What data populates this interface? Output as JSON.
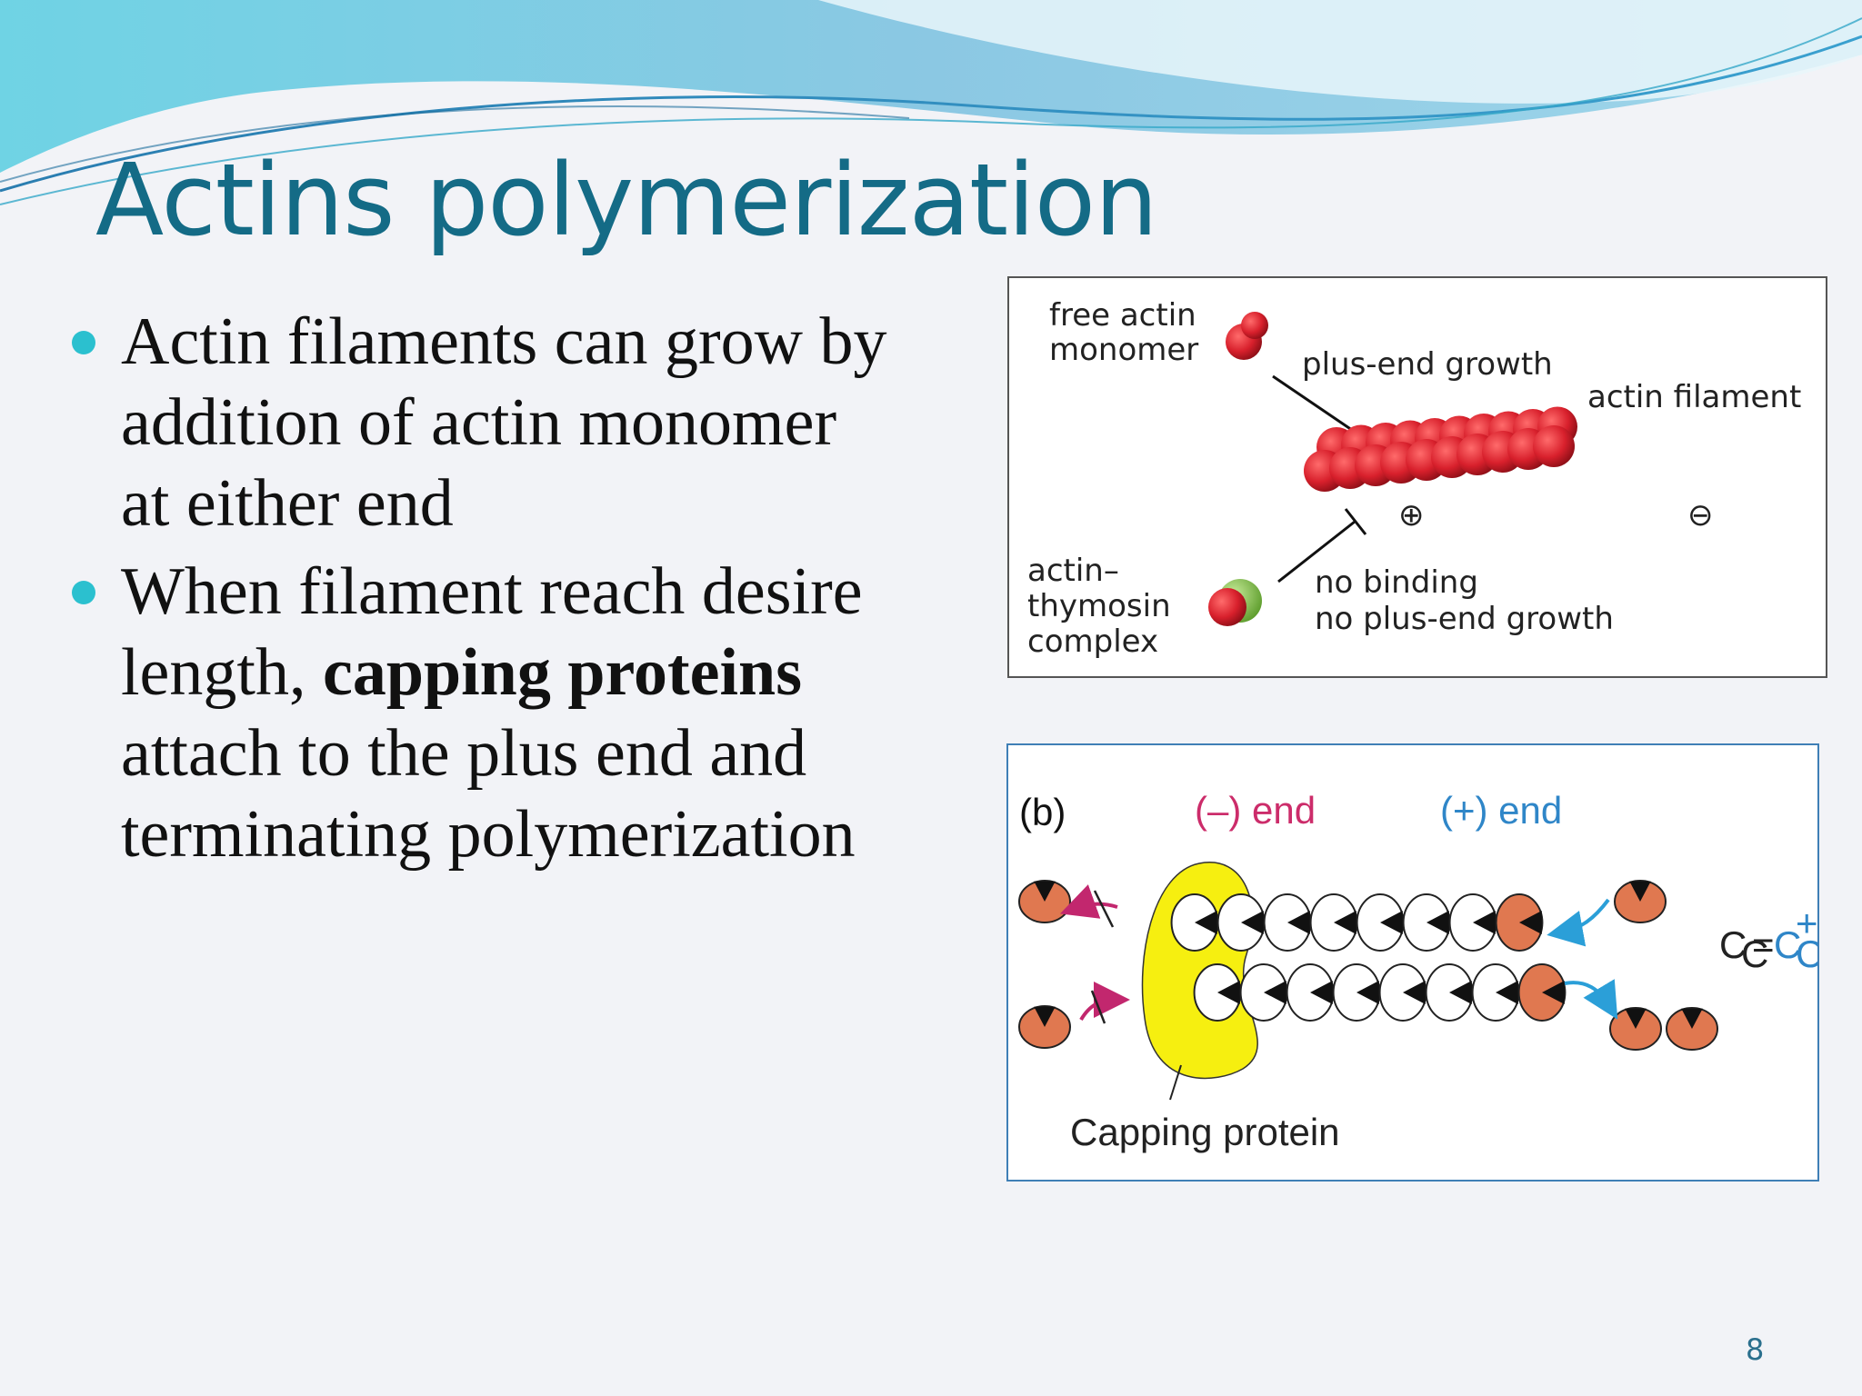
{
  "slide": {
    "title": "Actins polymerization",
    "page_number": "8"
  },
  "bullets": [
    {
      "line1": "Actin filaments can grow by",
      "line2": "addition of actin monomer",
      "line3": "at either end"
    },
    {
      "line1": "When filament reach desire",
      "line2_pre": "length, ",
      "line2_bold": "capping proteins",
      "line3": "attach to the plus end and",
      "line4": "terminating polymerization"
    }
  ],
  "figure_a": {
    "free_monomer_label_1": "free actin",
    "free_monomer_label_2": "monomer",
    "plus_end_growth": "plus-end growth",
    "actin_filament": "actin filament",
    "plus_symbol": "⊕",
    "minus_symbol": "⊖",
    "complex_label_1": "actin–",
    "complex_label_2": "thymosin",
    "complex_label_3": "complex",
    "no_binding_1": "no binding",
    "no_binding_2": "no plus-end growth"
  },
  "figure_b": {
    "panel_label": "(b)",
    "minus_end": "(–) end",
    "plus_end": "(+) end",
    "capping_protein": "Capping protein",
    "cc_main": "C",
    "cc_sub": "C",
    "cc_eq": " = ",
    "cc_plus_sup": "+",
    "colors": {
      "monomer": "#e07850",
      "capping": "#f6ef10",
      "plus_end_label": "#2f86c8",
      "minus_end_label": "#cc2c6a",
      "arrow_blue": "#2b9fd8",
      "arrow_magenta": "#c2276e"
    }
  },
  "colors": {
    "title": "#146b86",
    "bullet": "#2bc0cf",
    "actin_red": "#d8202c",
    "thymosin_green": "#7ac142"
  }
}
